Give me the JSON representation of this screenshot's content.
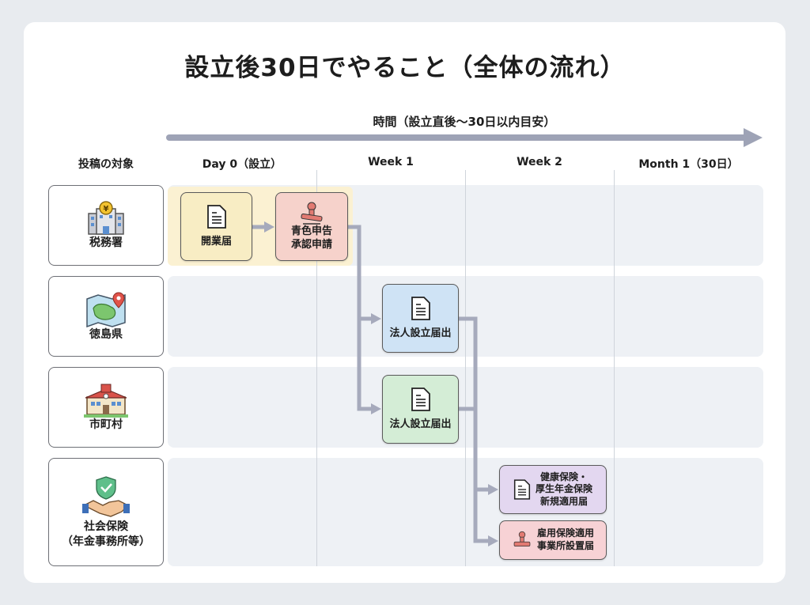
{
  "title": "設立後30日でやること（全体の流れ）",
  "timeline_label": "時間（設立直後〜30日以内目安）",
  "target_header": "投稿の対象",
  "columns": [
    "Day 0（設立）",
    "Week 1",
    "Week 2",
    "Month 1（30日）"
  ],
  "rows": [
    {
      "label": "税務署",
      "icon": "tax-office-building-icon"
    },
    {
      "label": "徳島県",
      "icon": "map-pin-icon"
    },
    {
      "label": "市町村",
      "icon": "town-hall-icon"
    },
    {
      "label": "社会保険",
      "label2": "（年金事務所等）",
      "icon": "handshake-shield-icon"
    }
  ],
  "tasks": {
    "kaigyo": "開業届",
    "aoiro1": "青色申告",
    "aoiro2": "承認申請",
    "pref": "法人設立届出",
    "city": "法人設立届出",
    "shaho1": "健康保険・",
    "shaho2": "厚生年金保険",
    "shaho3": "新規適用届",
    "koyo1": "雇用保険適用",
    "koyo2": "事業所設置届"
  },
  "colors": {
    "yellow": "#f8edc4",
    "red": "#f6d2cb",
    "blue": "#cfe3f5",
    "green": "#d4edd6",
    "purple": "#e3d7f0",
    "pink": "#f7d2d5",
    "arrow": "#a4a8ba"
  }
}
